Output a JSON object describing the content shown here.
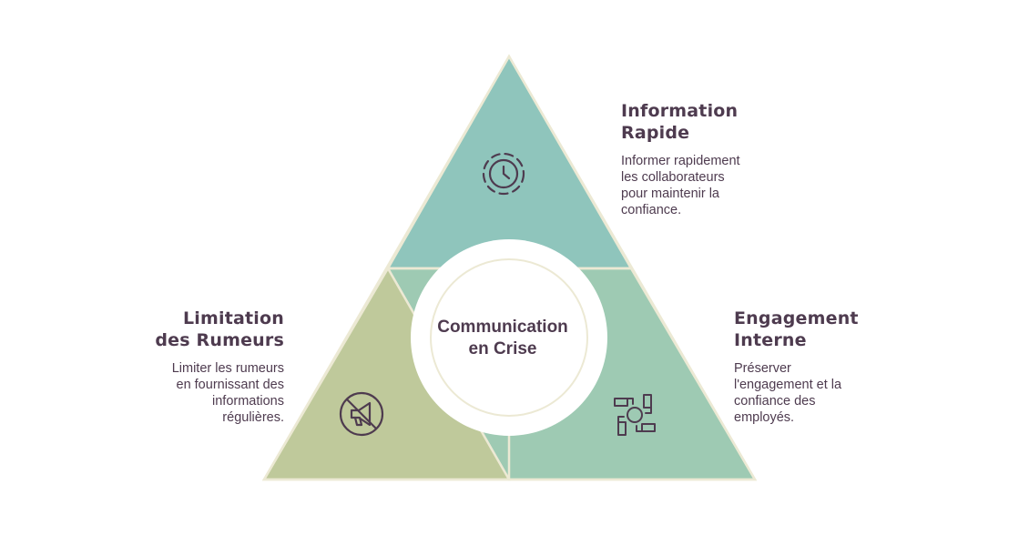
{
  "colors": {
    "top_segment": "#8fc5bc",
    "right_segment": "#9ecab3",
    "left_segment": "#bfc99b",
    "outline": "#ece9d4",
    "text": "#4e3b4f",
    "icon": "#4e3b4f"
  },
  "center": {
    "title_line1": "Communication",
    "title_line2": "en Crise"
  },
  "segments": [
    {
      "id": "top",
      "icon": "clock-icon",
      "title_line1": "Information",
      "title_line2": "Rapide",
      "desc_lines": [
        "Informer rapidement",
        "les collaborateurs",
        "pour maintenir la",
        "confiance."
      ]
    },
    {
      "id": "right",
      "icon": "joined-hands-icon",
      "title_line1": "Engagement",
      "title_line2": "Interne",
      "desc_lines": [
        "Préserver",
        "l'engagement et la",
        "confiance des",
        "employés."
      ]
    },
    {
      "id": "left",
      "icon": "no-megaphone-icon",
      "title_line1": "Limitation",
      "title_line2": "des Rumeurs",
      "desc_lines": [
        "Limiter les rumeurs",
        "en fournissant des",
        "informations",
        "régulières."
      ]
    }
  ]
}
